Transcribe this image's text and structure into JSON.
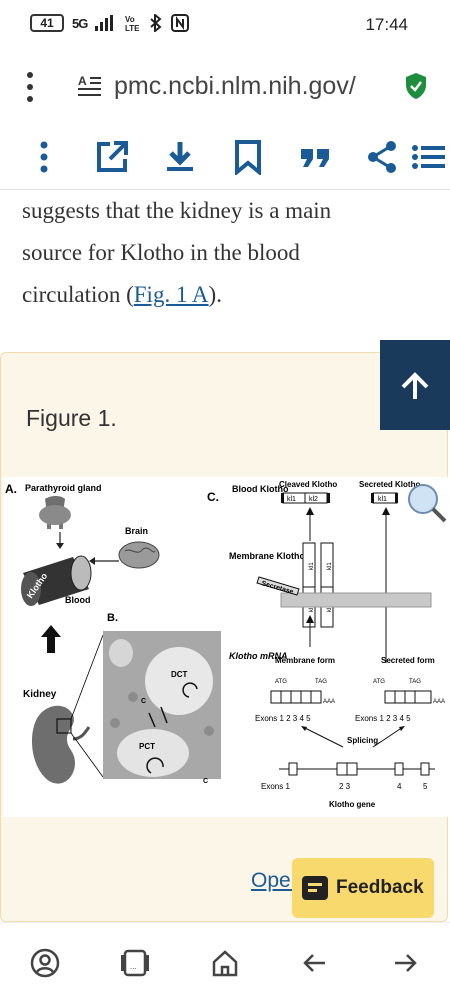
{
  "status_bar": {
    "battery": "41",
    "network": "5G",
    "time": "17:44"
  },
  "browser": {
    "url": "pmc.ncbi.nlm.nih.gov/"
  },
  "article": {
    "paragraph_lines": [
      "suggests that the kidney is a main",
      "source for Klotho in the blood",
      "circulation ("
    ],
    "link_text": "Fig. 1 A",
    "after_link": ")."
  },
  "figure": {
    "title": "Figure 1.",
    "labels": {
      "a": "A.",
      "parathyroid": "Parathyroid gland",
      "brain": "Brain",
      "klotho_vessel": "Klotho",
      "blood_a": "Blood",
      "kidney": "Kidney",
      "b": "B.",
      "dct": "DCT",
      "pct": "PCT",
      "c_small1": "C",
      "c_small2": "C",
      "c": "C.",
      "blood_klotho": "Blood Klotho",
      "cleaved": "Cleaved Klotho",
      "secreted": "Secreted Klotho",
      "kl1": "kl1",
      "kl2": "kl2",
      "kl1_sec": "kl1",
      "membrane_klotho": "Membrane Klotho",
      "secretase": "Secretase",
      "mem_kl1": "kl1",
      "mem_kl2": "kl2",
      "mem2_kl1": "kl1",
      "mem2_kl2": "kl2",
      "klotho_mrna": "Klotho mRNA",
      "membrane_form": "Membrane form",
      "secreted_form": "Secreted form",
      "atg1": "ATG",
      "tag1": "TAG",
      "aaa1": "AAA",
      "atg2": "ATG",
      "tag2": "TAG",
      "aaa2": "AAA",
      "exons1": "Exons  1 2  3 4 5",
      "exons2": "Exons  1 2 3   4 5",
      "splicing": "Splicing",
      "exons_gene": "Exons   1",
      "gene_23": "2  3",
      "gene_4": "4",
      "gene_5": "5",
      "klotho_gene": "Klotho gene"
    },
    "open_link": "Open"
  },
  "feedback": {
    "label": "Feedback"
  },
  "colors": {
    "link": "#1a5a96",
    "fig_bg": "#fcf6e9",
    "up_button": "#1a3a5c",
    "feedback_bg": "#f8d96d",
    "shield": "#1e8e3e"
  }
}
